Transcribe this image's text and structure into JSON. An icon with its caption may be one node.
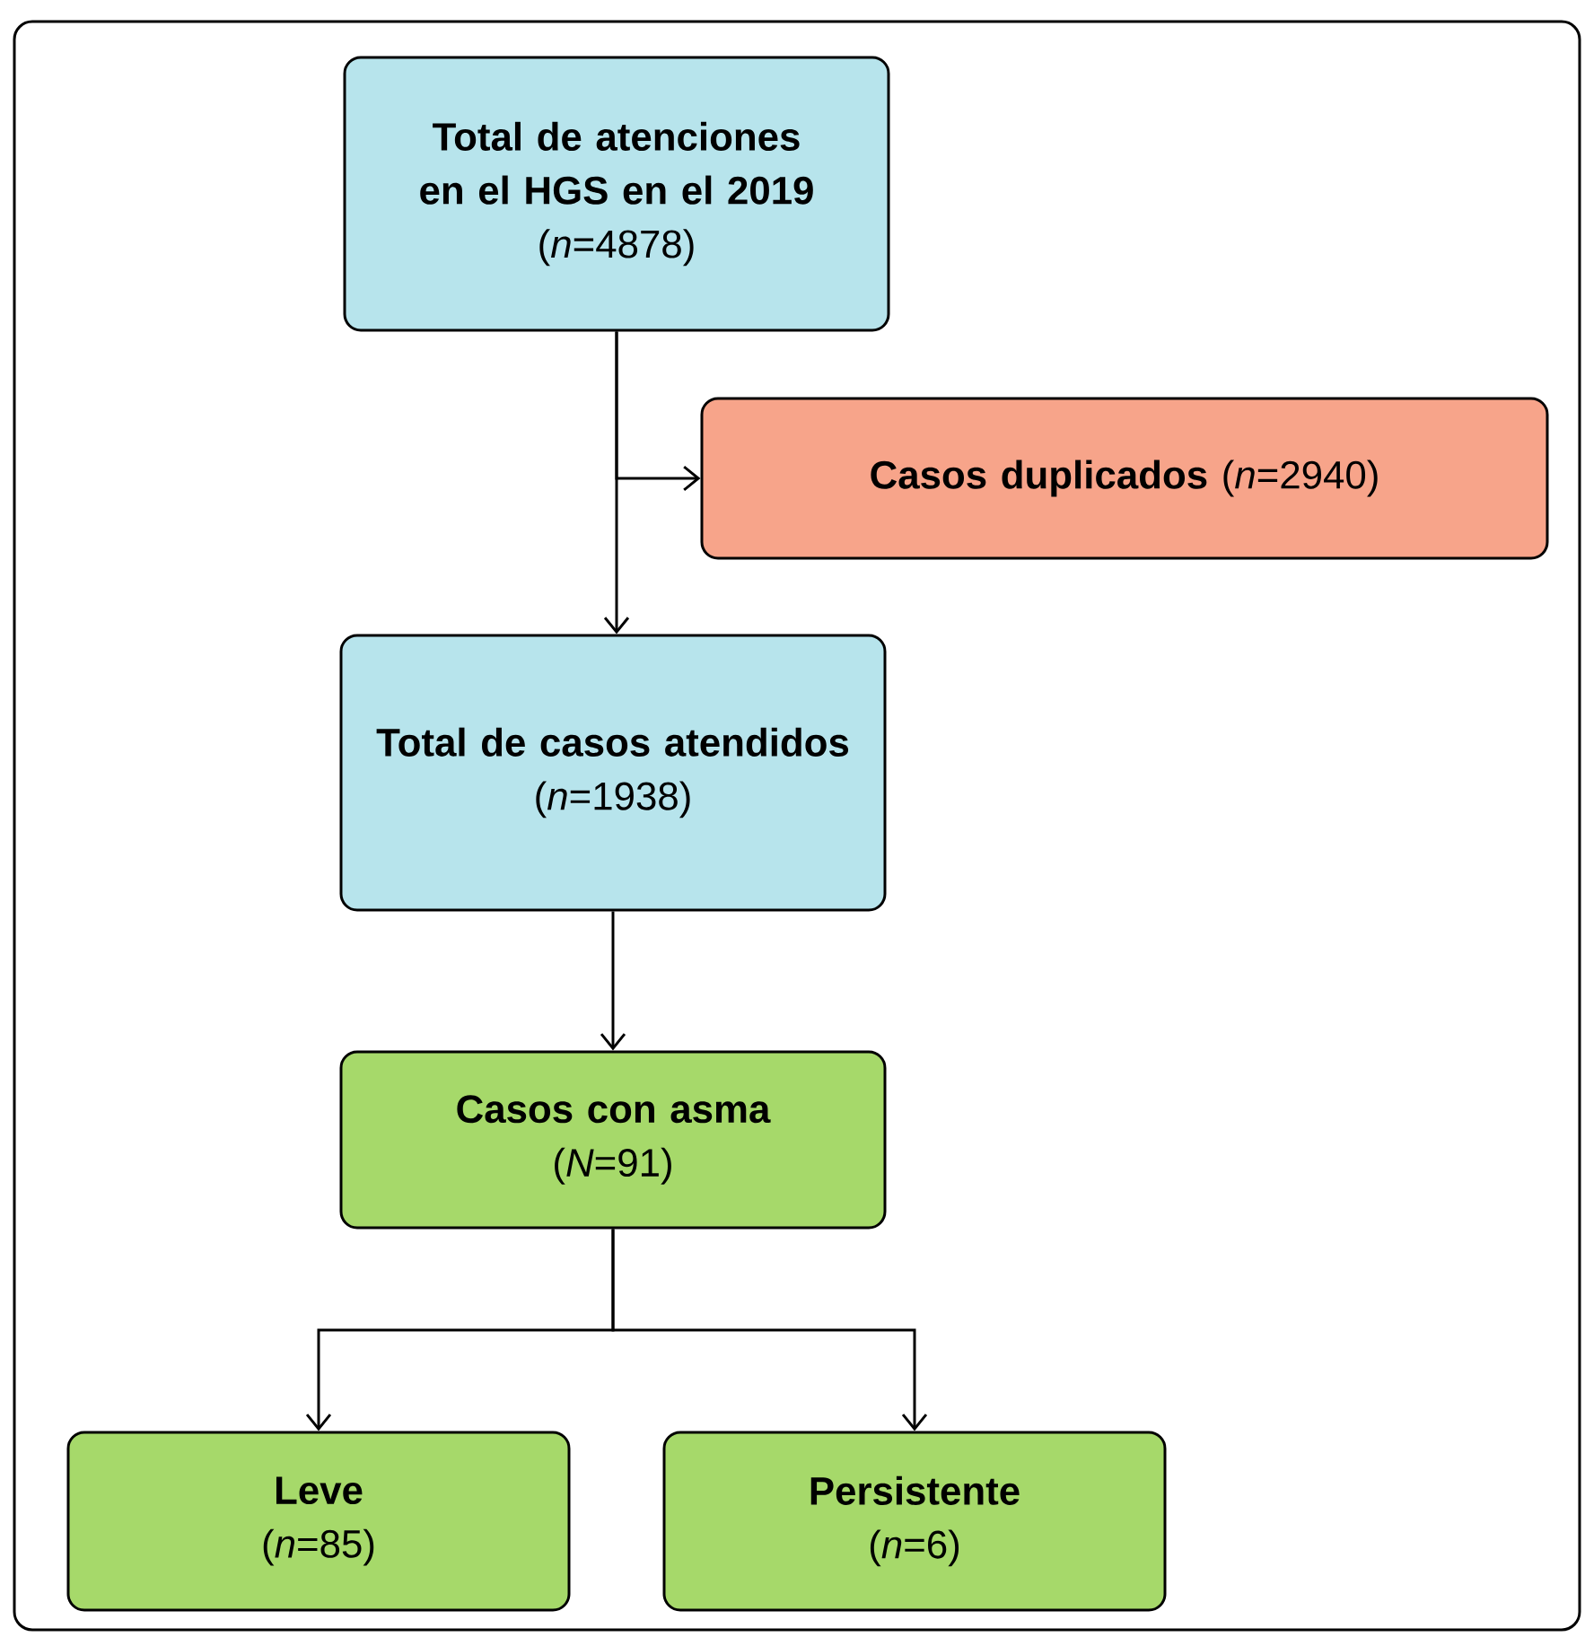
{
  "diagram": {
    "nodes": [
      {
        "text": [
          "Total de atenciones en el HGS en el 2019",
          "(*n*=4878)"
        ]
      },
      {
        "text": [
          "**Casos duplicados** (*n*=2940)"
        ]
      },
      {
        "text": [
          "Total de casos atendidos",
          "(*n*=1938)"
        ]
      },
      {
        "text": [
          "Casos con asma",
          "(*N*=91)"
        ]
      },
      {
        "text": [
          "Leve",
          "(*n*=85)"
        ]
      },
      {
        "text": [
          "Persistente",
          "(*n*=6)"
        ]
      }
    ],
    "edges": [
      {
        "from": 0,
        "to": 2,
        "arrow": "to"
      },
      {
        "from": 0,
        "to": 1,
        "arrow": "to"
      },
      {
        "from": 2,
        "to": 3,
        "arrow": "to"
      },
      {
        "from": 3,
        "to": 4,
        "arrow": "to"
      },
      {
        "from": 3,
        "to": 5,
        "arrow": "to"
      }
    ]
  }
}
